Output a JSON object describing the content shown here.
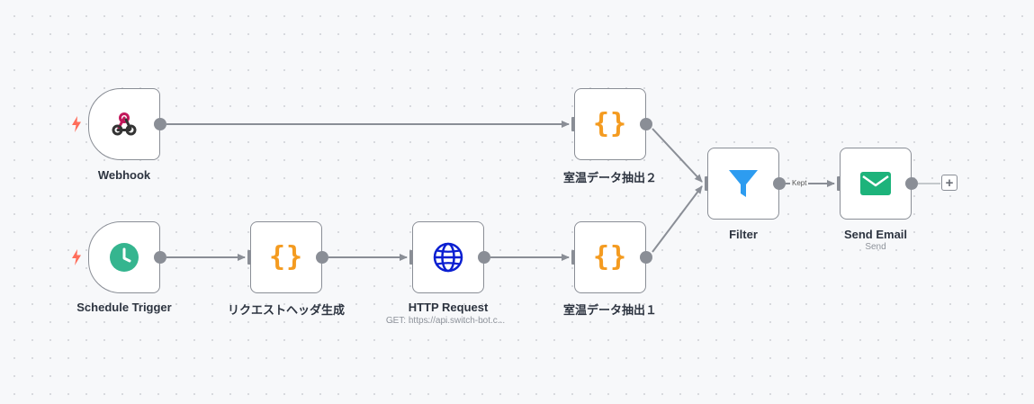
{
  "canvas": {
    "nodes": {
      "webhook": {
        "title": "Webhook",
        "icon": "webhook-icon",
        "is_trigger": true
      },
      "schedule_trigger": {
        "title": "Schedule Trigger",
        "icon": "clock-icon",
        "is_trigger": true,
        "icon_color": "#35b58f"
      },
      "request_header": {
        "title": "リクエストヘッダ生成",
        "icon": "code-braces-icon",
        "icon_color": "#f49b20"
      },
      "http_request": {
        "title": "HTTP Request",
        "subtitle": "GET: https://api.switch-bot.c...",
        "icon": "globe-icon",
        "icon_color": "#0b1fd1"
      },
      "extract_temp_1": {
        "title": "室温データ抽出１",
        "icon": "code-braces-icon",
        "icon_color": "#f49b20"
      },
      "extract_temp_2": {
        "title": "室温データ抽出２",
        "icon": "code-braces-icon",
        "icon_color": "#f49b20"
      },
      "filter": {
        "title": "Filter",
        "icon": "filter-icon",
        "icon_color": "#2d9cf0"
      },
      "send_email": {
        "title": "Send Email",
        "subtitle": "Send",
        "icon": "envelope-icon",
        "icon_color": "#1db37b"
      }
    },
    "connections": {
      "filter_output_label": "Kept"
    },
    "trigger_icon_color": "#ff6d5a",
    "add_node_symbol": "+"
  }
}
